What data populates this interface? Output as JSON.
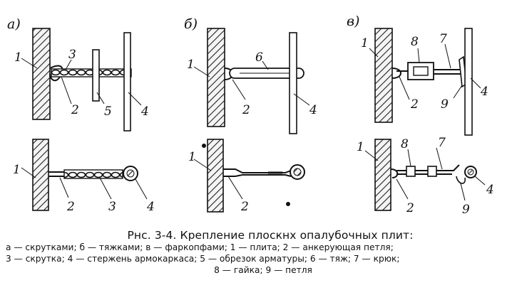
{
  "panels": {
    "a": {
      "letter": "а)",
      "top_labels": [
        "1",
        "3",
        "2",
        "5",
        "4"
      ],
      "bottom_labels": [
        "1",
        "2",
        "3",
        "4"
      ]
    },
    "b": {
      "letter": "б)",
      "top_labels": [
        "1",
        "6",
        "2",
        "4"
      ],
      "bottom_labels": [
        "1",
        "2"
      ]
    },
    "v": {
      "letter": "в)",
      "top_labels": [
        "1",
        "8",
        "7",
        "2",
        "9",
        "4"
      ],
      "bottom_labels": [
        "1",
        "8",
        "7",
        "2",
        "9",
        "4"
      ]
    }
  },
  "caption": {
    "title": "Рнс. 3-4. Крепление плоскнх опалубочных плит:",
    "line1": "а — скрутками; б — тяжками; в — фаркопфами; 1 — плита; 2 — анкерующая петля;",
    "line2": "3 — скрутка; 4 — стержень армокаркаса; 5 — обрезок арматуры; 6 — тяж; 7 — крюк;",
    "line3": "8 — гайка; 9 — петля"
  }
}
